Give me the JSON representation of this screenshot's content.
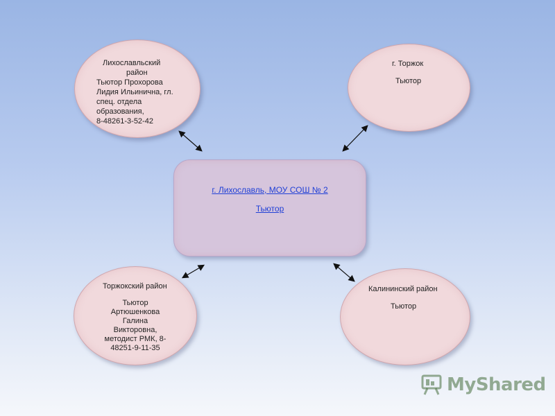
{
  "center": {
    "title": "г. Лихославль, МОУ СОШ № 2",
    "subtitle": "Тьютор"
  },
  "nodes": {
    "top_left": {
      "lines": [
        "Лихославльский",
        "район",
        "Тьютор Прохорова",
        "Лидия Ильинична,  гл.",
        "спец. отдела",
        "образования,",
        "8-48261-3-52-42"
      ]
    },
    "top_right": {
      "title": "г. Торжок",
      "subtitle": "Тьютор"
    },
    "bottom_left": {
      "title": "Торжокский район",
      "lines": [
        "Тьютор",
        "Артюшенкова",
        "Галина",
        "Викторовна,",
        "методист РМК, 8-",
        "48251-9-11-35"
      ]
    },
    "bottom_right": {
      "title": "Калининский район",
      "subtitle": "Тьютор"
    }
  },
  "watermark": {
    "text": "MyShared",
    "icon": "presentation-board-icon",
    "color": "#466e3c"
  },
  "colors": {
    "node_fill": "#f1d9dc",
    "center_fill": "#d6c5dc",
    "link_text": "#1f3fd6"
  }
}
